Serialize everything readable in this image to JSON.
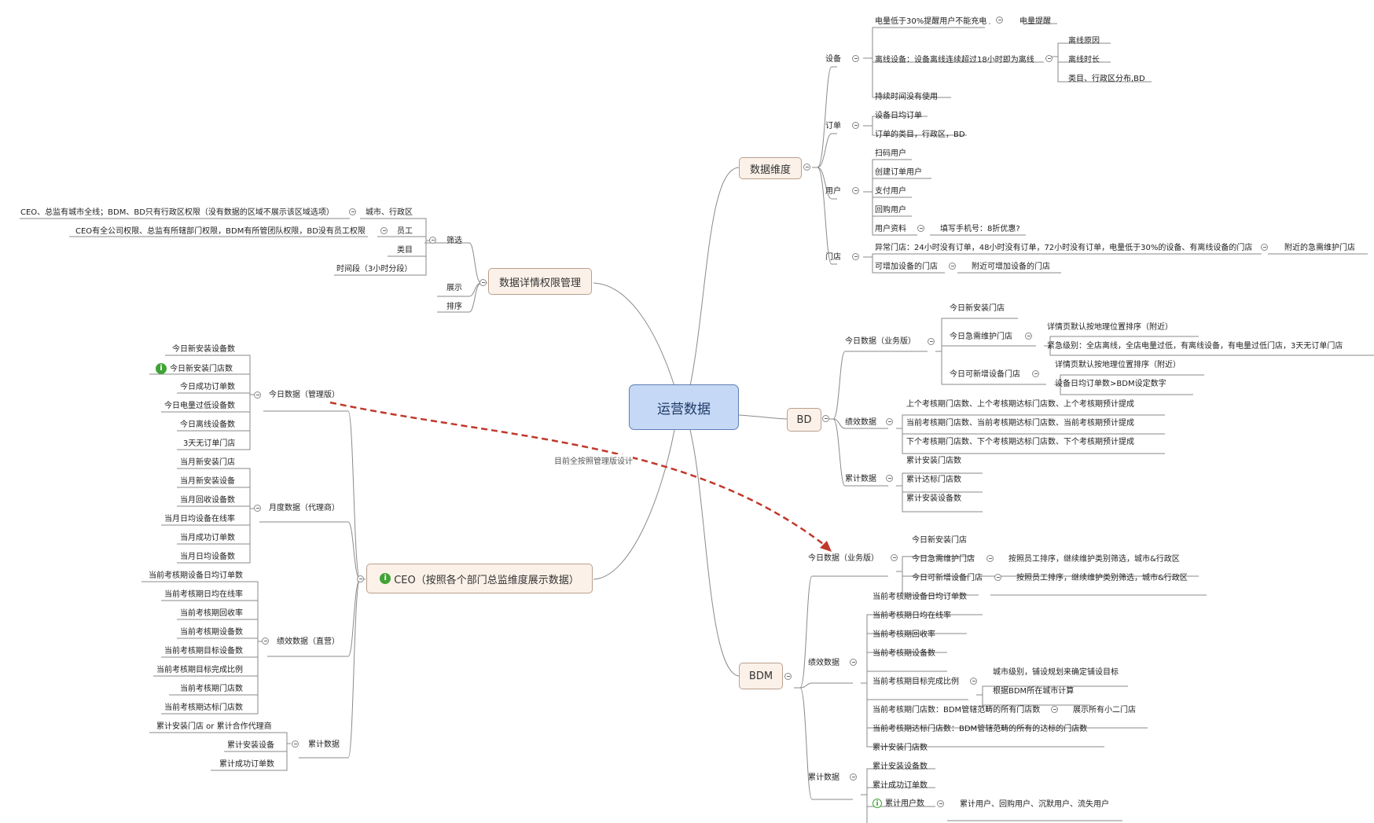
{
  "root": "运营数据",
  "branches": {
    "dim": "数据维度",
    "bd": "BD",
    "bdm": "BDM",
    "ceo": "CEO（按照各个部门总监维度展示数据）",
    "perm": "数据详情权限管理"
  },
  "relation_label": "目前全按照管理版设计",
  "dim": {
    "device": "设备",
    "d1": "电量低于30%提醒用户不能充电",
    "d1a": "电量提醒",
    "d2": "离线设备：设备离线连续超过18小时即为离线",
    "d2a": "离线原因",
    "d2b": "离线时长",
    "d2c": "类目、行政区分布,BD",
    "d3": "持续时间没有使用",
    "order": "订单",
    "o1": "设备日均订单",
    "o2": "订单的类目，行政区，BD",
    "user": "用户",
    "u1": "扫码用户",
    "u2": "创建订单用户",
    "u3": "支付用户",
    "u4": "回购用户",
    "u5": "用户资料",
    "u5a": "填写手机号：8折优惠?",
    "store": "门店",
    "s1": "异常门店：24小时没有订单，48小时没有订单，72小时没有订单，电量低于30%的设备、有离线设备的门店",
    "s1a": "附近的急需维护门店",
    "s2": "可增加设备的门店",
    "s2a": "附近可增加设备的门店"
  },
  "bd": {
    "today": "今日数据（业务版）",
    "t1": "今日新安装门店",
    "t2": "今日急需维护门店",
    "t2a": "详情页默认按地理位置排序（附近）",
    "t2b": "紧急级别：全店离线，全店电量过低，有离线设备，有电量过低门店，3天无订单门店",
    "t3": "今日可新增设备门店",
    "t3a": "详情页默认按地理位置排序（附近）",
    "t3b": "设备日均订单数>BDM设定数字",
    "perf": "绩效数据",
    "p1": "上个考核期门店数、上个考核期达标门店数、上个考核期预计提成",
    "p2": "当前考核期门店数、当前考核期达标门店数、当前考核期预计提成",
    "p3": "下个考核期门店数、下个考核期达标门店数、下个考核期预计提成",
    "acc": "累计数据",
    "a1": "累计安装门店数",
    "a2": "累计达标门店数",
    "a3": "累计安装设备数"
  },
  "bdm": {
    "today": "今日数据（业务版）",
    "t1": "今日新安装门店",
    "t2": "今日急需维护门店",
    "t2a": "按照员工排序，继续维护类别筛选，城市&行政区",
    "t3": "今日可新增设备门店",
    "t3a": "按照员工排序，继续维护类别筛选，城市&行政区",
    "perf": "绩效数据",
    "p1": "当前考核期设备日均订单数",
    "p2": "当前考核期日均在线率",
    "p3": "当前考核期回收率",
    "p4": "当前考核期设备数",
    "p5": "当前考核期目标完成比例",
    "p5a": "城市级别，铺设规划来确定铺设目标",
    "p5b": "根据BDM所在城市计算",
    "p6": "当前考核期门店数：BDM管辖范畴的所有门店数",
    "p6a": "展示所有小二门店",
    "p7": "当前考核期达标门店数：BDM管辖范畴的所有的达标的门店数",
    "acc": "累计数据",
    "a1": "累计安装门店数",
    "a2": "累计安装设备数",
    "a3": "累计成功订单数",
    "a4": "累计用户数",
    "a4a": "累计用户、回购用户、沉默用户、流失用户"
  },
  "perm": {
    "filter": "筛选",
    "f1": "城市、行政区",
    "f1a": "CEO、总监有城市全线；BDM、BD只有行政区权限（没有数据的区域不展示该区域选项）",
    "f2": "员工",
    "f2a": "CEO有全公司权限、总监有所辖部门权限，BDM有所管团队权限，BD没有员工权限",
    "f3": "类目",
    "f4": "时间段（3小时分段）",
    "show": "展示",
    "sort": "排序"
  },
  "ceo": {
    "today": "今日数据（管理版）",
    "t1": "今日新安装设备数",
    "t2": "今日新安装门店数",
    "t3": "今日成功订单数",
    "t4": "今日电量过低设备数",
    "t5": "今日离线设备数",
    "t6": "3天无订单门店",
    "month": "月度数据（代理商）",
    "m1": "当月新安装门店",
    "m2": "当月新安装设备",
    "m3": "当月回收设备数",
    "m4": "当月日均设备在线率",
    "m5": "当月成功订单数",
    "m6": "当月日均设备数",
    "perf": "绩效数据（直营）",
    "p1": "当前考核期设备日均订单数",
    "p2": "当前考核期日均在线率",
    "p3": "当前考核期回收率",
    "p4": "当前考核期设备数",
    "p5": "当前考核期目标设备数",
    "p6": "当前考核期目标完成比例",
    "p7": "当前考核期门店数",
    "p8": "当前考核期达标门店数",
    "acc": "累计数据",
    "a1": "累计安装门店 or 累计合作代理商",
    "a2": "累计安装设备",
    "a3": "累计成功订单数"
  },
  "colors": {
    "root_fill": "#c5d8f5",
    "branch_fill": "#fbf1e8",
    "relation": "#c0392b",
    "info": "#3fa435"
  },
  "icons": [
    "info-icon",
    "collapse-toggle-icon",
    "relation-arrow"
  ]
}
